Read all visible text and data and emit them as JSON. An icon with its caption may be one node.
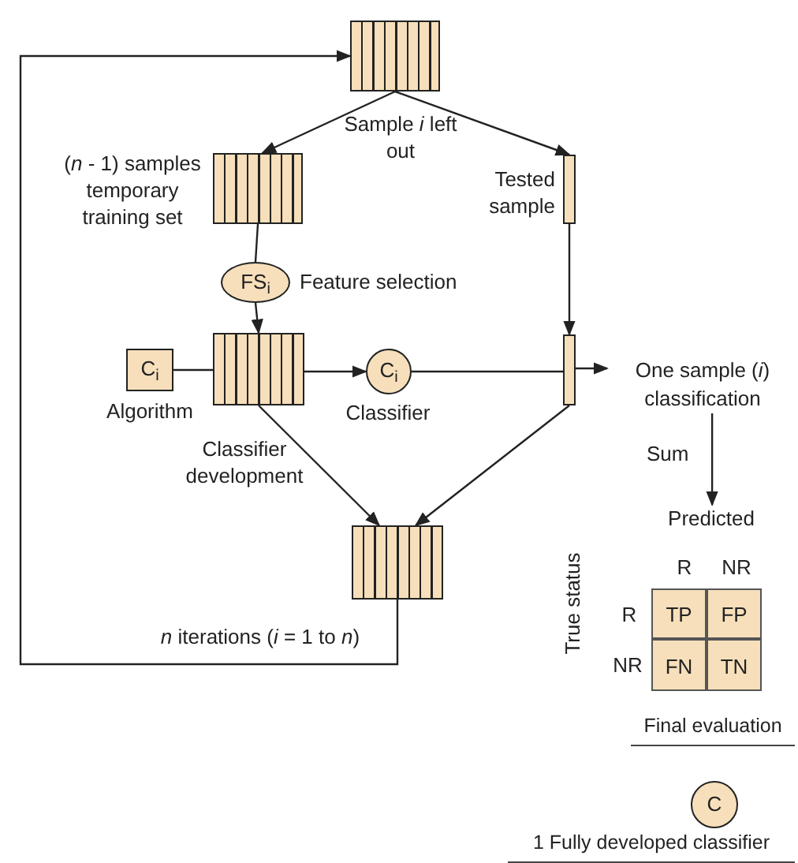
{
  "diagram": {
    "nodes": [
      {
        "text": [],
        "shape": "box"
      },
      {
        "text": [],
        "shape": "box",
        "beside": [
          "(*n* - 1) samples temporary training set"
        ]
      },
      {
        "text": [],
        "shape": "bar",
        "beside": [
          "Tested sample"
        ]
      },
      {
        "text": [
          "FS$_{i}$"
        ],
        "beside": [
          "Feature selection"
        ]
      },
      {
        "text": [
          "C$_{i}$"
        ],
        "beside": [
          "Algorithm"
        ]
      },
      {
        "text": [],
        "shape": "box",
        "beside": [
          "Classifier development"
        ]
      },
      {
        "text": [
          "C$_{i}$"
        ],
        "beside": [
          "Classifier"
        ]
      },
      {
        "text": [],
        "shape": "bar"
      },
      {
        "text": [
          "One sample (*i*) classification"
        ]
      },
      {
        "text": [
          "Predicted"
        ]
      },
      {
        "text": [],
        "shape": "box"
      },
      {
        "text": [
          "C"
        ]
      }
    ],
    "edges": [
      {
        "from": 0,
        "to": 1,
        "arrow": "to"
      },
      {
        "from": 0,
        "to": 2,
        "arrow": "to"
      },
      {
        "from": 1,
        "to": 3,
        "arrow": "none"
      },
      {
        "from": 3,
        "to": 5,
        "arrow": "to"
      },
      {
        "from": 4,
        "to": 5,
        "arrow": "none"
      },
      {
        "from": 5,
        "to": 6,
        "arrow": "to"
      },
      {
        "from": 6,
        "to": 7,
        "arrow": "none"
      },
      {
        "from": 2,
        "to": 7,
        "arrow": "to"
      },
      {
        "from": 7,
        "to": 8,
        "arrow": "to"
      },
      {
        "from": 5,
        "to": 10,
        "arrow": "to"
      },
      {
        "from": 7,
        "to": 10,
        "arrow": "to"
      },
      {
        "from": 8,
        "to": 9,
        "arrow": "to",
        "label": "Sum"
      },
      {
        "from": 10,
        "to": 0,
        "arrow": "to",
        "label": "*n* iterations (*i* = 1 to *n*)"
      }
    ],
    "labels": [
      "Sample *i* left out",
      "R",
      "NR",
      "True status",
      "R",
      "TP",
      "FP",
      "NR",
      "FN",
      "TN",
      "Final evaluation",
      "1 Fully developed classifier"
    ]
  }
}
